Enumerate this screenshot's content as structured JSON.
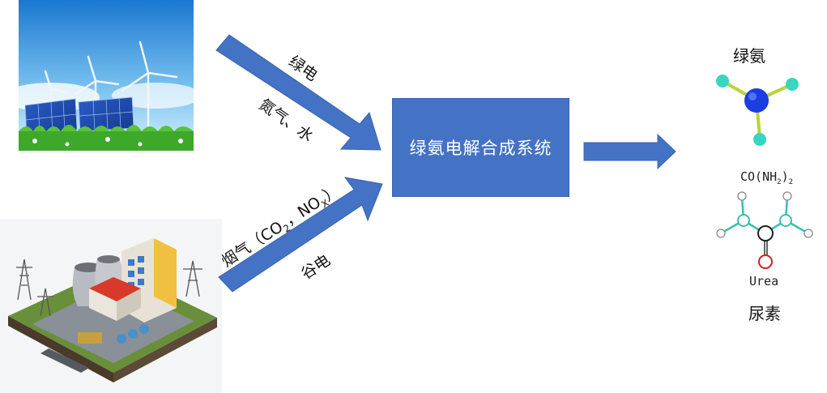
{
  "inputs": {
    "green_power_label": "绿电",
    "nitrogen_water_label": "氮气、水",
    "flue_gas_label_prefix": "烟气（CO",
    "flue_gas_label_sub": "2",
    "flue_gas_label_mid": "，NO",
    "flue_gas_label_sub2": "X",
    "flue_gas_label_suffix": "）",
    "valley_power_label": "谷电"
  },
  "process": {
    "system_label": "绿氨电解合成系统"
  },
  "outputs": {
    "green_ammonia_label": "绿氨",
    "urea_formula_prefix": "CO(NH",
    "urea_formula_sub": "2",
    "urea_formula_suffix": ")",
    "urea_formula_sub2": "2",
    "urea_english_label": "Urea",
    "urea_label": "尿素"
  },
  "colors": {
    "arrow": "#4472c4",
    "box": "#4472c4",
    "ammonia_n": "#1a3ee0",
    "ammonia_h": "#38d6c0",
    "bond": "#b8d43a",
    "urea_o": "#cc2222"
  }
}
